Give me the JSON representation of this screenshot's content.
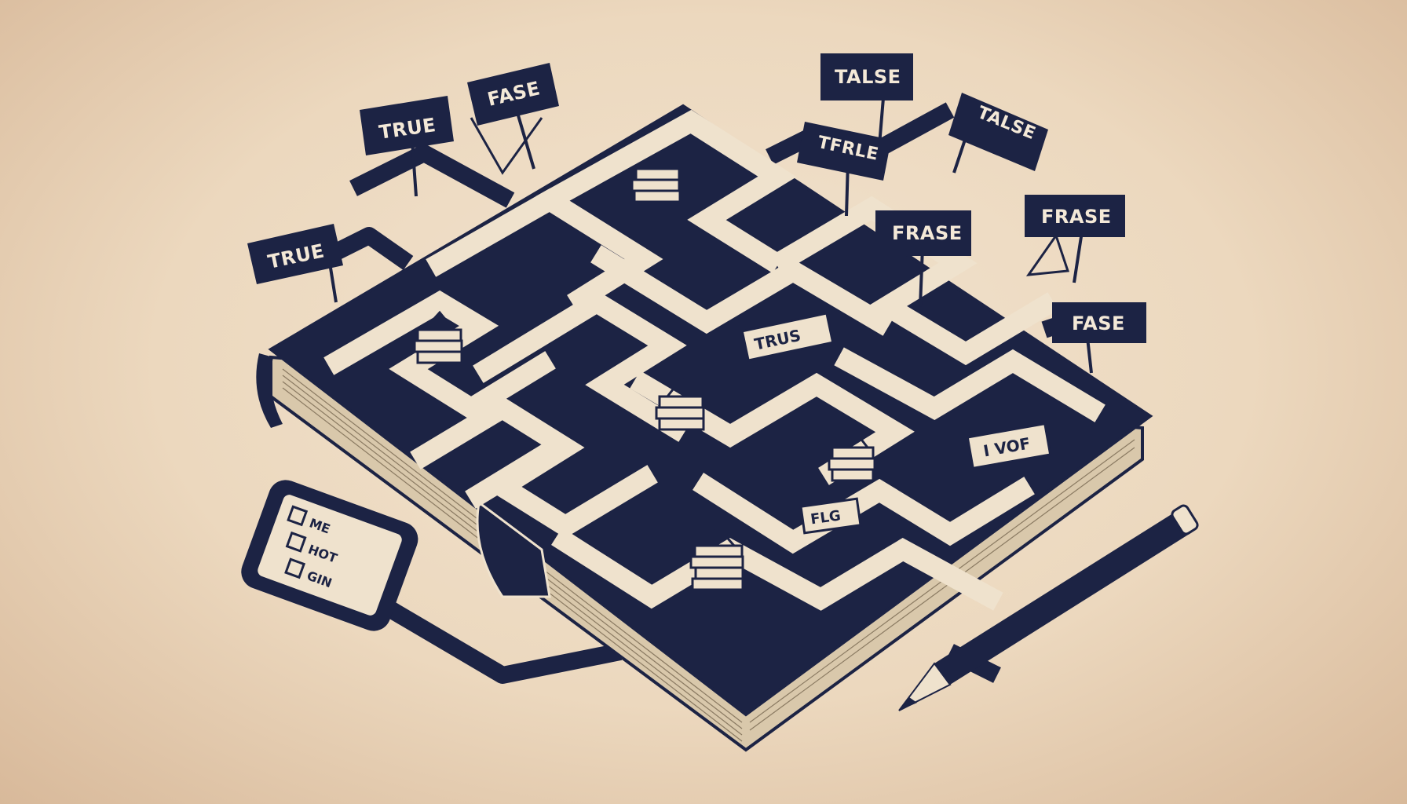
{
  "colors": {
    "navy": "#1c2344",
    "cream": "#efe2cd",
    "paper": "#f1e3cf",
    "page_edge": "#d9c8ab"
  },
  "signs": [
    {
      "id": "s1",
      "label": "TRUE"
    },
    {
      "id": "s2",
      "label": "FASE"
    },
    {
      "id": "s3",
      "label": "TALSE"
    },
    {
      "id": "s4",
      "label": "TALSE"
    },
    {
      "id": "s5",
      "label": "TFRLE"
    },
    {
      "id": "s6",
      "label": "TRUE"
    },
    {
      "id": "s7",
      "label": "FRASE"
    },
    {
      "id": "s8",
      "label": "FRASE"
    },
    {
      "id": "s9",
      "label": "FASE"
    }
  ],
  "maze_notes": [
    {
      "id": "n1",
      "label": "TRUS"
    },
    {
      "id": "n2",
      "label": "I VOF"
    },
    {
      "id": "n3",
      "label": "FLG"
    }
  ],
  "phone_checklist": [
    "ME",
    "HOT",
    "GIN"
  ],
  "icons": [
    "open-book-icon",
    "maze-icon",
    "pencil-icon",
    "smartphone-icon",
    "checkbox-icon",
    "sign-post-icon",
    "book-stack-icon"
  ]
}
